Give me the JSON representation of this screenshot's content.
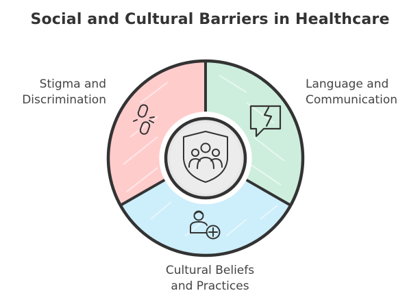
{
  "title": "Social and Cultural Barriers in Healthcare",
  "center": {
    "icon": "group-shield-icon"
  },
  "segments": [
    {
      "id": "stigma",
      "lines": [
        "Stigma and",
        "Discrimination"
      ],
      "color": "#ffcccc",
      "icon": "broken-link-icon"
    },
    {
      "id": "language",
      "lines": [
        "Language and",
        "Communication"
      ],
      "color": "#cdeedd",
      "icon": "broken-speech-bubble-icon"
    },
    {
      "id": "culture",
      "lines": [
        "Cultural Beliefs",
        "and Practices"
      ],
      "color": "#cdeefb",
      "icon": "person-with-plus-icon"
    }
  ],
  "colors": {
    "outline": "#333333",
    "center_fill": "#e6e6e6",
    "text": "#444444"
  }
}
